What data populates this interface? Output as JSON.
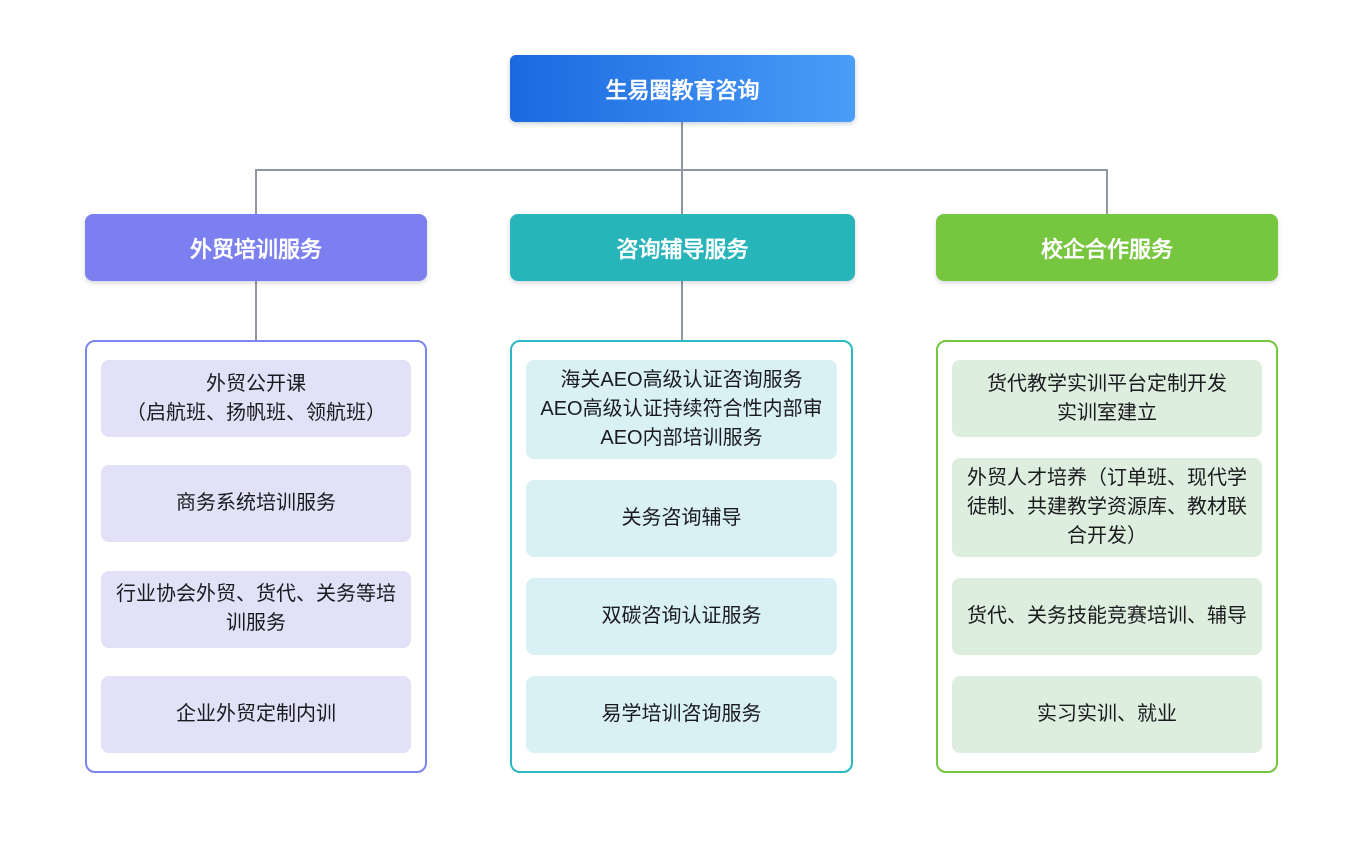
{
  "title": "生易圈教育咨询",
  "colors": {
    "root_gradient_start": "#1b69e0",
    "root_gradient_end": "#4a9df8",
    "connector": "#8f97a3",
    "branch1_header": "#7b7ff0",
    "branch1_border": "#7c84f0",
    "branch1_item_bg": "#e2e1f8",
    "branch2_header": "#27b5ba",
    "branch2_border": "#2cb8c2",
    "branch2_item_bg": "#d9f0f5",
    "branch3_header": "#76c640",
    "branch3_border": "#76c73e",
    "branch3_item_bg": "#deeede",
    "text": "#1a1b1f"
  },
  "branches": [
    {
      "label": "外贸培训服务",
      "items": [
        "外贸公开课\n（启航班、扬帆班、领航班）",
        "商务系统培训服务",
        "行业协会外贸、货代、关务等培训服务",
        "企业外贸定制内训"
      ]
    },
    {
      "label": "咨询辅导服务",
      "items": [
        "海关AEO高级认证咨询服务\nAEO高级认证持续符合性内部审\nAEO内部培训服务",
        "关务咨询辅导",
        "双碳咨询认证服务",
        "易学培训咨询服务"
      ]
    },
    {
      "label": "校企合作服务",
      "items": [
        "货代教学实训平台定制开发\n实训室建立",
        "外贸人才培养（订单班、现代学徒制、共建教学资源库、教材联合开发）",
        "货代、关务技能竞赛培训、辅导",
        "实习实训、就业"
      ]
    }
  ]
}
